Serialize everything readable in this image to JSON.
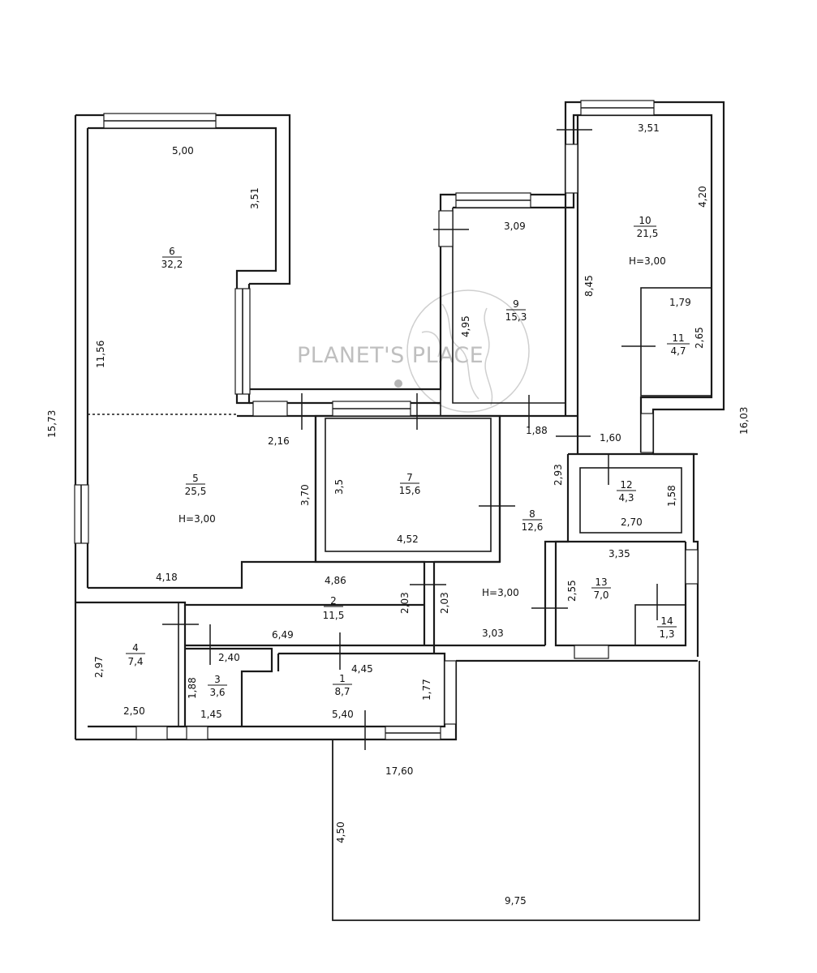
{
  "watermark": {
    "text": "PLANET'S PLACE"
  },
  "rooms": [
    {
      "id": "room-1",
      "number": "1",
      "area": "8,7"
    },
    {
      "id": "room-2",
      "number": "2",
      "area": "11,5"
    },
    {
      "id": "room-3",
      "number": "3",
      "area": "3,6"
    },
    {
      "id": "room-4",
      "number": "4",
      "area": "7,4"
    },
    {
      "id": "room-5",
      "number": "5",
      "area": "25,5"
    },
    {
      "id": "room-6",
      "number": "6",
      "area": "32,2"
    },
    {
      "id": "room-7",
      "number": "7",
      "area": "15,6"
    },
    {
      "id": "room-8",
      "number": "8",
      "area": "12,6"
    },
    {
      "id": "room-9",
      "number": "9",
      "area": "15,3"
    },
    {
      "id": "room-10",
      "number": "10",
      "area": "21,5"
    },
    {
      "id": "room-11",
      "number": "11",
      "area": "4,7"
    },
    {
      "id": "room-12",
      "number": "12",
      "area": "4,3"
    },
    {
      "id": "room-13",
      "number": "13",
      "area": "7,0"
    },
    {
      "id": "room-14",
      "number": "14",
      "area": "1,3"
    }
  ],
  "heights": {
    "room5": "H=3,00",
    "room8": "H=3,00",
    "room10": "H=3,00"
  },
  "dims": {
    "d_5_00": "5,00",
    "d_3_51a": "3,51",
    "d_11_56": "11,56",
    "d_15_73": "15,73",
    "d_2_16": "2,16",
    "d_3_70": "3,70",
    "d_4_18": "4,18",
    "d_3_09": "3,09",
    "d_4_95": "4,95",
    "d_3_51b": "3,51",
    "d_4_20": "4,20",
    "d_8_45": "8,45",
    "d_1_79": "1,79",
    "d_2_65": "2,65",
    "d_16_03": "16,03",
    "d_1_88a": "1,88",
    "d_1_60": "1,60",
    "d_3_5": "3,5",
    "d_4_52": "4,52",
    "d_2_93": "2,93",
    "d_1_58": "1,58",
    "d_2_70": "2,70",
    "d_3_35": "3,35",
    "d_4_86": "4,86",
    "d_2_03a": "2,03",
    "d_2_03b": "2,03",
    "d_3_03": "3,03",
    "d_2_55": "2,55",
    "d_6_49": "6,49",
    "d_2_97": "2,97",
    "d_2_50": "2,50",
    "d_2_40": "2,40",
    "d_4_45": "4,45",
    "d_1_88b": "1,88",
    "d_1_45": "1,45",
    "d_1_77": "1,77",
    "d_5_40": "5,40",
    "d_17_60": "17,60",
    "d_4_50": "4,50",
    "d_9_75": "9,75"
  }
}
